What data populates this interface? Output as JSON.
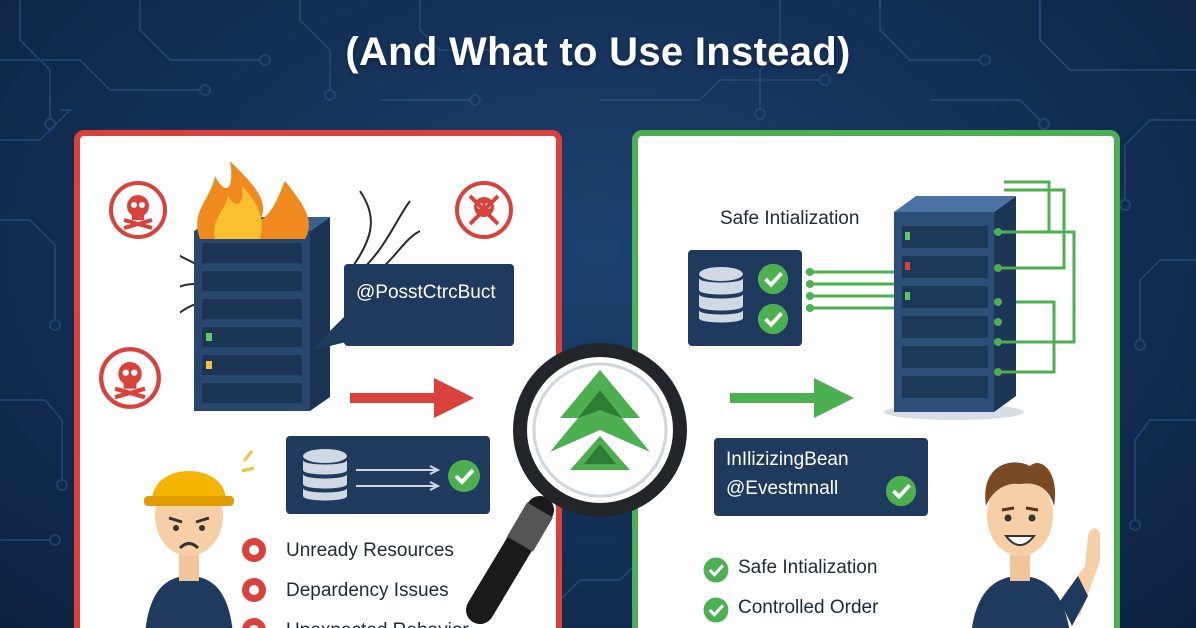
{
  "title": "(And What to Use Instead)",
  "left_panel": {
    "accent_color": "#d9413a",
    "annotation_label": "@PosstCtrcBuct",
    "issues": [
      "Unready Resources",
      "Depardency Issues",
      "Upexpected Rehavior"
    ]
  },
  "right_panel": {
    "accent_color": "#4caf50",
    "caption": "Safe Intialization",
    "box_line_1": "InIlizizingBean",
    "box_line_2": "@Evestmnall",
    "benefits": [
      "Safe Intialization",
      "Controlled Order"
    ]
  },
  "icons": [
    "skull-icon",
    "fire-icon",
    "server-icon",
    "database-icon",
    "check-icon",
    "arrow-right-icon",
    "magnifier-icon",
    "spring-leaf-logo",
    "worker-avatar",
    "happy-avatar"
  ]
}
